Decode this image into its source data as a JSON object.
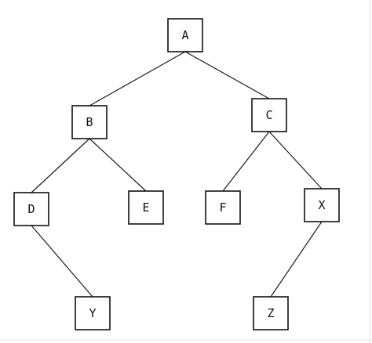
{
  "tree": {
    "nodes": [
      {
        "id": "A",
        "label": "A"
      },
      {
        "id": "B",
        "label": "B"
      },
      {
        "id": "C",
        "label": "C"
      },
      {
        "id": "D",
        "label": "D"
      },
      {
        "id": "E",
        "label": "E"
      },
      {
        "id": "F",
        "label": "F"
      },
      {
        "id": "X",
        "label": "X"
      },
      {
        "id": "Y",
        "label": "Y"
      },
      {
        "id": "Z",
        "label": "Z"
      }
    ],
    "edges": [
      {
        "from": "A",
        "to": "B"
      },
      {
        "from": "A",
        "to": "C"
      },
      {
        "from": "B",
        "to": "D"
      },
      {
        "from": "B",
        "to": "E"
      },
      {
        "from": "C",
        "to": "F"
      },
      {
        "from": "C",
        "to": "X"
      },
      {
        "from": "D",
        "to": "Y"
      },
      {
        "from": "X",
        "to": "Z"
      }
    ]
  }
}
